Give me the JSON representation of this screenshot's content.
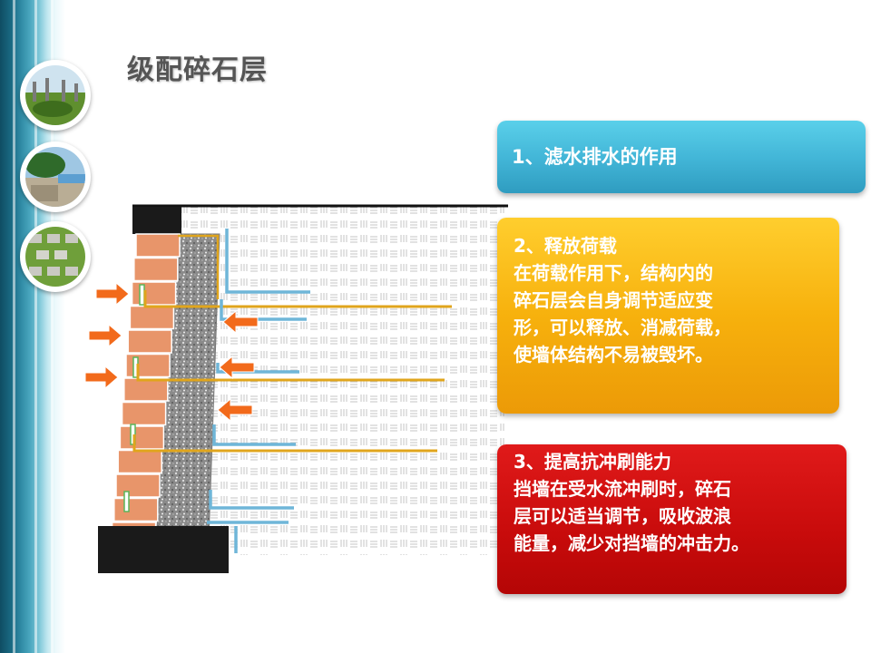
{
  "title": "级配碎石层",
  "boxes": [
    {
      "heading": "1、滤水排水的作用",
      "lines": [],
      "color": "#41b4d6"
    },
    {
      "heading": "2、释放荷载",
      "lines": [
        "在荷载作用下，结构内的",
        "碎石层会自身调节适应变",
        "形，可以释放、消减荷载，",
        "使墙体结构不易被毁坏。"
      ],
      "color": "#f7b10d"
    },
    {
      "heading": "3、提高抗冲刷能力",
      "lines": [
        "挡墙在受水流冲刷时，碎石",
        "层可以适当调节，吸收波浪",
        "能量，减少对挡墙的冲击力。"
      ],
      "color": "#c80b0b"
    }
  ],
  "colors": {
    "brick": "#e8956a",
    "gravel": "#8f8f8f",
    "anchor": "#e0a51c",
    "drain": "#6fb6d8",
    "arrow": "#f26a1b",
    "base": "#1a1a1a"
  },
  "icons": [
    "garden-photo-icon",
    "waterfront-photo-icon",
    "grass-paver-photo-icon"
  ]
}
